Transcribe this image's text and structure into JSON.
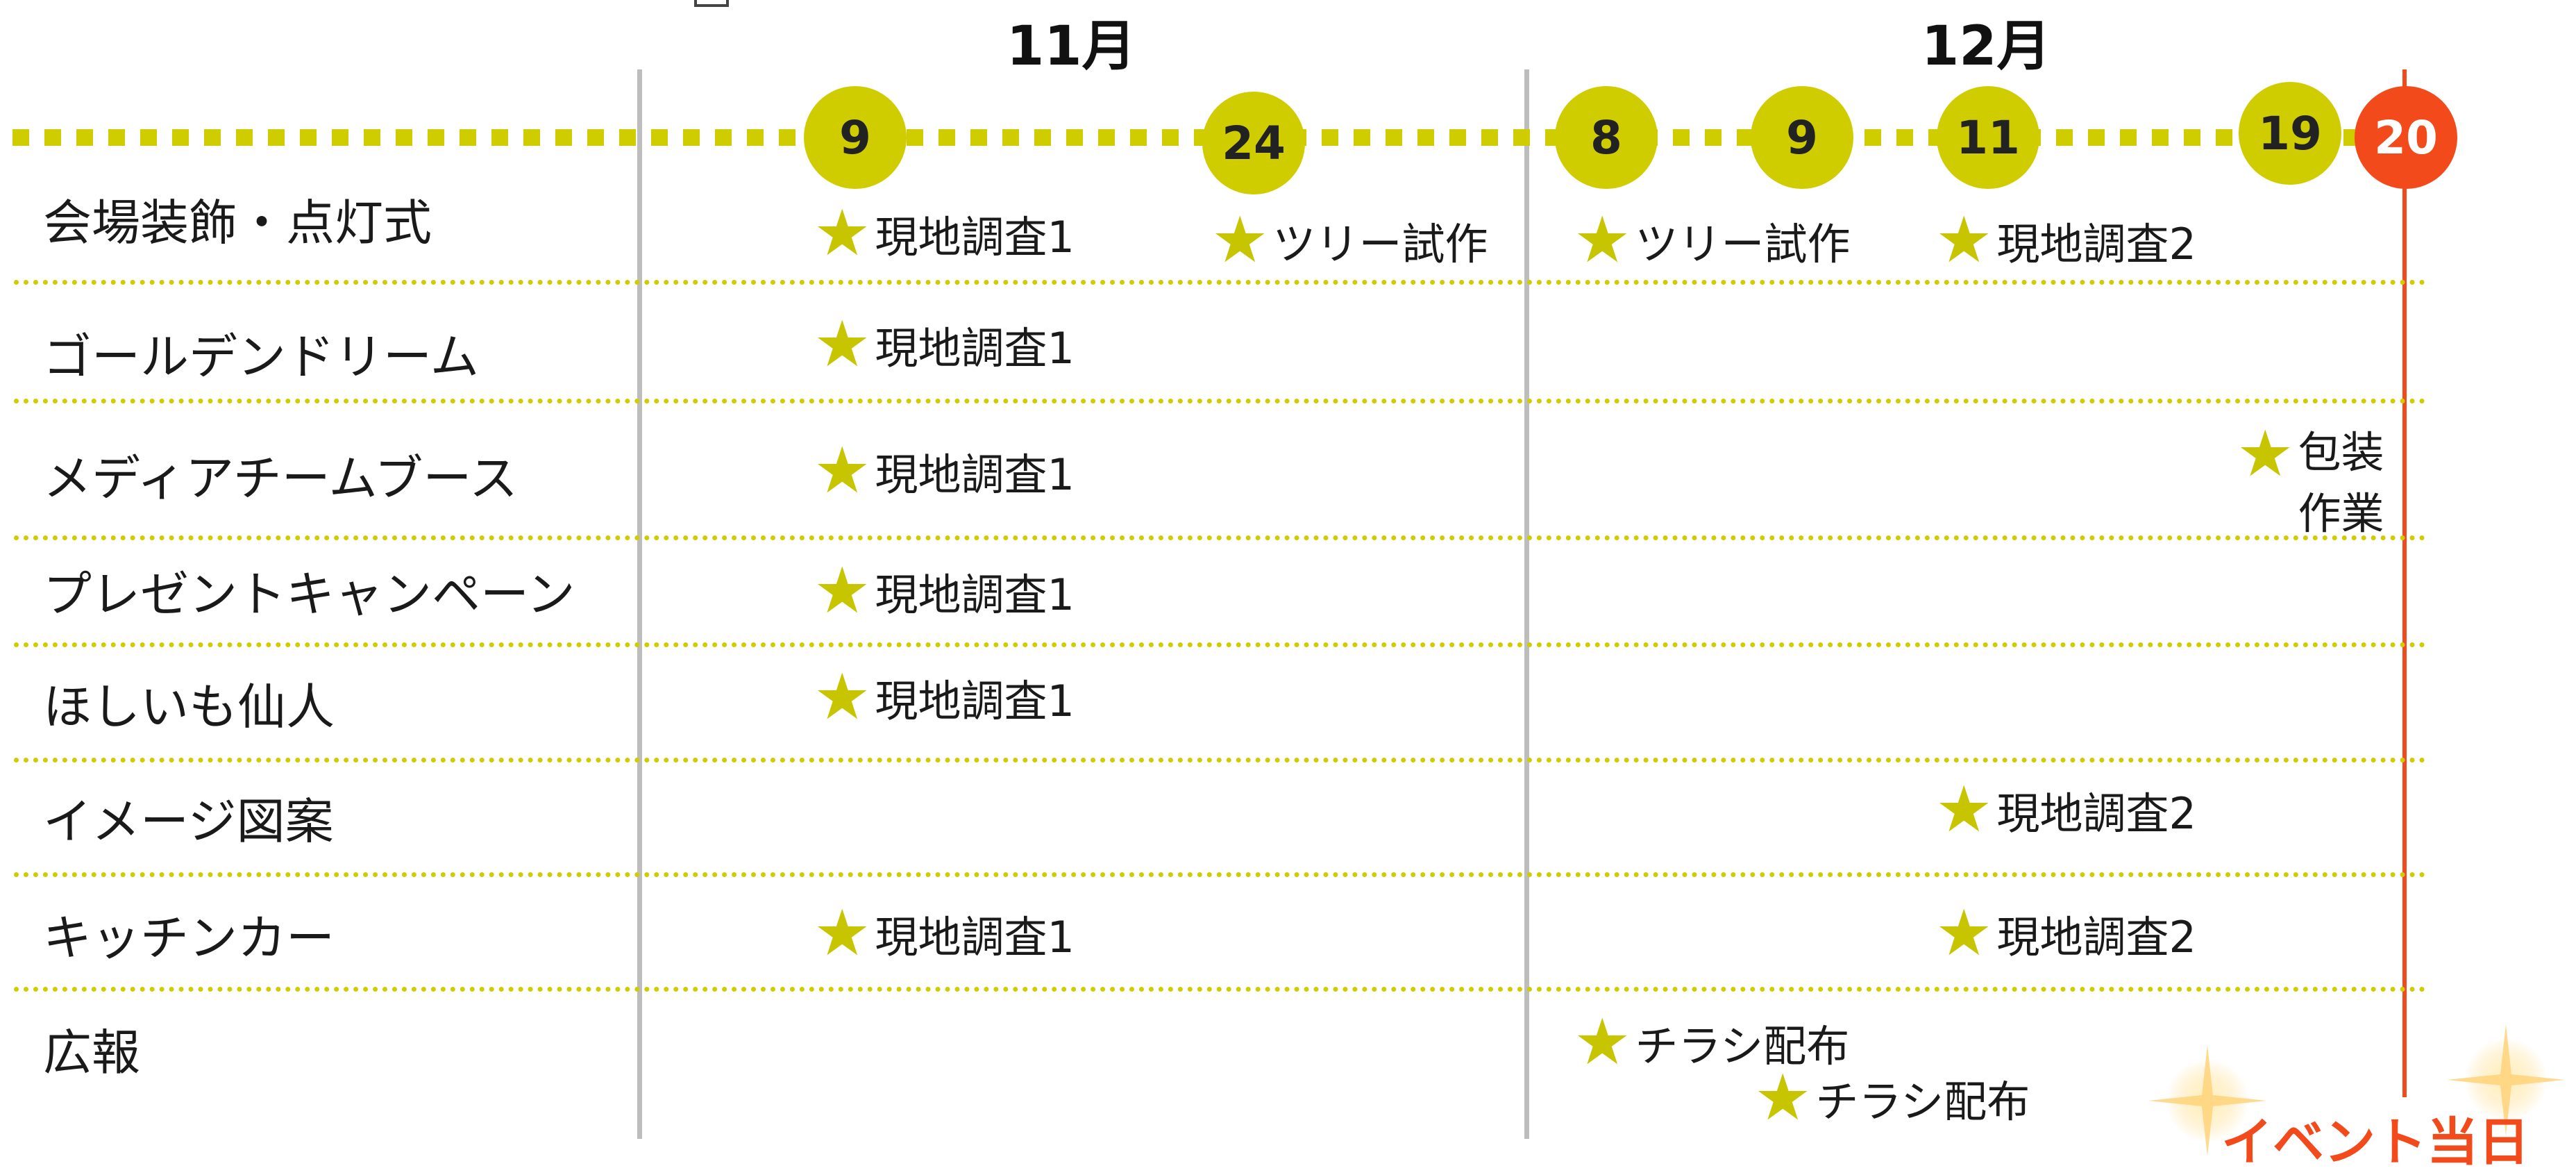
{
  "months": [
    "11月",
    "12月"
  ],
  "dates": [
    "9",
    "24",
    "8",
    "9",
    "11",
    "19",
    "20"
  ],
  "rows": [
    {
      "label": "会場装飾・点灯式",
      "tasks": [
        "現地調査1",
        "ツリー試作",
        "ツリー試作",
        "現地調査2"
      ]
    },
    {
      "label": "ゴールデンドリーム",
      "tasks": [
        "現地調査1"
      ]
    },
    {
      "label": "メディアチームブース",
      "tasks": [
        "現地調査1",
        "包装",
        "作業"
      ]
    },
    {
      "label": "プレゼントキャンペーン",
      "tasks": [
        "現地調査1"
      ]
    },
    {
      "label": "ほしいも仙人",
      "tasks": [
        "現地調査1"
      ]
    },
    {
      "label": "イメージ図案",
      "tasks": [
        "現地調査2"
      ]
    },
    {
      "label": "キッチンカー",
      "tasks": [
        "現地調査1",
        "現地調査2"
      ]
    },
    {
      "label": "広報",
      "tasks": [
        "チラシ配布",
        "チラシ配布"
      ]
    }
  ],
  "event_label": "イベント当日",
  "icons": {
    "task_marker": "star-icon",
    "decoration": "sparkle-icon"
  },
  "colors": {
    "accent": "#cfcc00",
    "event": "#f24a1a",
    "divider": "#bdbdbd"
  }
}
